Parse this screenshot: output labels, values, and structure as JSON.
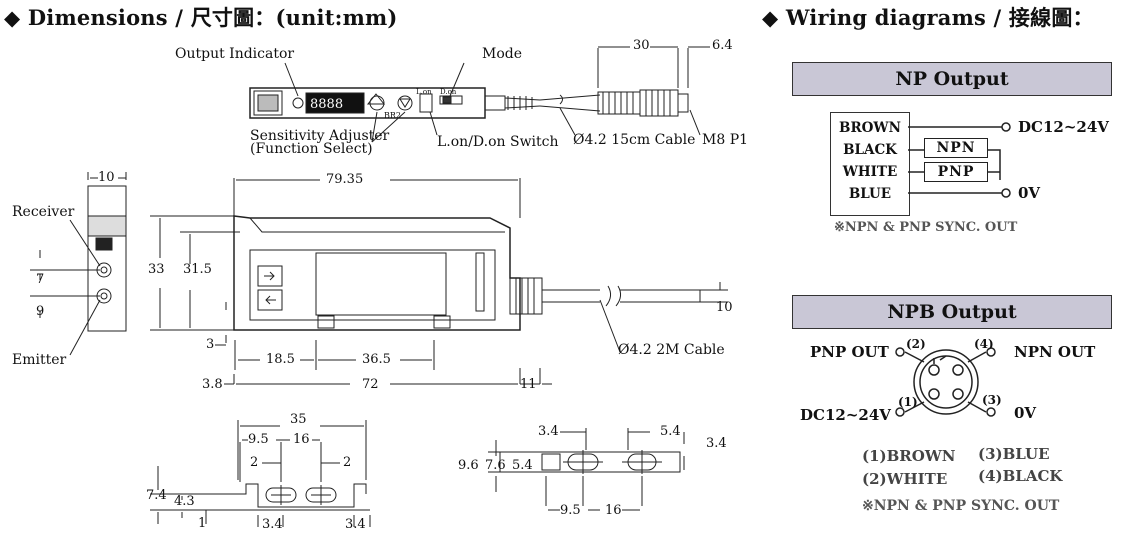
{
  "headings": {
    "dimensions": "◆ Dimensions / 尺寸圖：(unit:mm)",
    "wiring": "◆ Wiring diagrams / 接線圖："
  },
  "callouts": {
    "output_indicator": "Output Indicator",
    "mode": "Mode",
    "sensitivity_adjuster": "Sensitivity Adjuster",
    "function_select": "(Function Select)",
    "lon_don_switch": "L.on/D.on Switch",
    "cable_15cm": "Ø4.2 15cm Cable",
    "m8": "M8 P1",
    "receiver": "Receiver",
    "emitter": "Emitter",
    "cable_2m": "Ø4.2 2M Cable",
    "br2": "BR2",
    "lon": "L.on",
    "don": "D.on",
    "display": "8888"
  },
  "dimensions": {
    "d30": "30",
    "d6_4": "6.4",
    "d10_top": "10",
    "d79_35": "79.35",
    "d33": "33",
    "d31_5": "31.5",
    "d7": "7",
    "d9": "9",
    "d10_side": "10",
    "d3": "3",
    "d18_5": "18.5",
    "d36_5": "36.5",
    "d3_8": "3.8",
    "d72": "72",
    "d11": "11",
    "d35": "35",
    "d9_5a": "9.5",
    "d16a": "16",
    "d2a": "2",
    "d2b": "2",
    "d7_4": "7.4",
    "d4_3": "4.3",
    "d1": "1",
    "d3_4a": "3.4",
    "d3_4b": "3.4",
    "d3_4c": "3.4",
    "d5_4a": "5.4",
    "d3_4d": "3.4",
    "d9_6": "9.6",
    "d7_6": "7.6",
    "d5_4b": "5.4",
    "d9_5b": "9.5",
    "d16b": "16"
  },
  "np_output": {
    "title": "NP Output",
    "wires": [
      "BROWN",
      "BLACK",
      "WHITE",
      "BLUE"
    ],
    "npn": "NPN",
    "pnp": "PNP",
    "dc": "DC12~24V",
    "ov": "0V",
    "note": "※NPN & PNP SYNC. OUT"
  },
  "npb_output": {
    "title": "NPB Output",
    "pnp_out": "PNP OUT",
    "npn_out": "NPN OUT",
    "dc": "DC12~24V",
    "ov": "0V",
    "pin1": "(1)",
    "pin2": "(2)",
    "pin3": "(3)",
    "pin4": "(4)",
    "legend_1": "(1)BROWN",
    "legend_2": "(2)WHITE",
    "legend_3": "(3)BLUE",
    "legend_4": "(4)BLACK",
    "note": "※NPN & PNP SYNC. OUT"
  }
}
